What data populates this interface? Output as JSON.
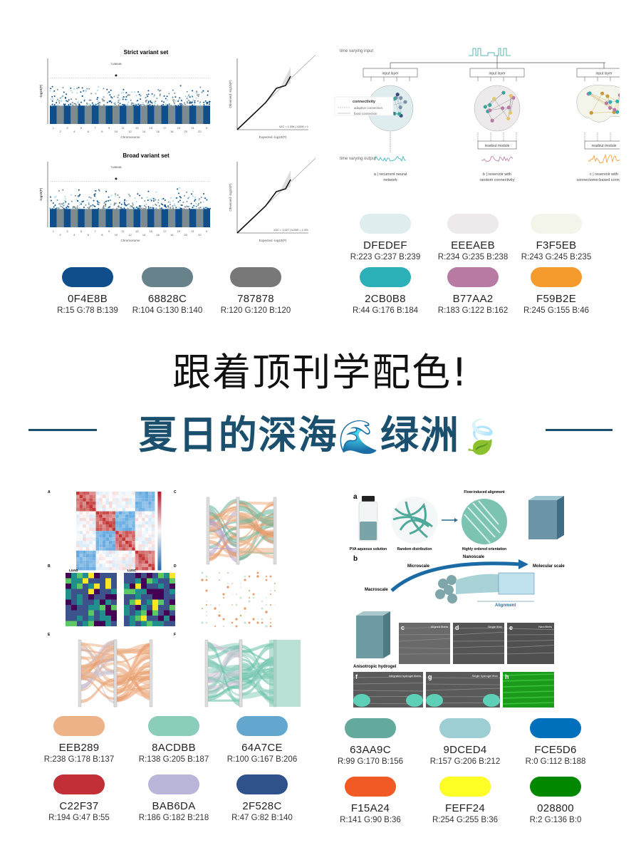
{
  "title": "跟着顶刊学配色!",
  "subtitle": {
    "text": "夏日的深海",
    "text2": "绿洲",
    "wave_emoji": "🌊",
    "leaf_emoji": "🍃",
    "color": "#1b4f6e"
  },
  "figure_gwas": {
    "panels": [
      {
        "title": "Strict variant set",
        "snp": "TUBB4B",
        "xlabel": "Chromosome",
        "ylabel": "-log10(P)",
        "qq_xlabel": "Expected -log10(P)",
        "qq_ylabel": "Observed -log10(P)",
        "lambda": "λGC = 1.006 | λ1000 = 1"
      },
      {
        "title": "Broad variant set",
        "snp": "TUBB4B",
        "xlabel": "Chromosome",
        "ylabel": "-log10(P)",
        "qq_xlabel": "Expected -log10(P)",
        "qq_ylabel": "Observed -log10(P)",
        "lambda": "λGC = 1.027 | λ1000 = 1.001"
      }
    ],
    "chromosomes": [
      "1",
      "2",
      "3",
      "4",
      "5",
      "6",
      "7",
      "8",
      "9",
      "10",
      "11",
      "12",
      "13",
      "14",
      "15",
      "16",
      "17",
      "18",
      "19",
      "20",
      "21",
      "22",
      "X"
    ]
  },
  "figure_reservoir": {
    "input_label": "time varying input",
    "output_label": "time varying output",
    "input_layer": "input layer",
    "readout": "readout module",
    "legend_title": "connectivity",
    "legend_adaptive": "adaptive connection",
    "legend_fixed": "fixed connection",
    "captions": [
      {
        "line1": "a | recurrent neural",
        "line2": "network"
      },
      {
        "line1": "b | reservoir with",
        "line2": "random connectivity"
      },
      {
        "line1": "c | reservoir with",
        "line2": "connectome-based connectivity"
      }
    ]
  },
  "figure_singlecell": {
    "panel_labels": [
      "A",
      "B",
      "C",
      "D",
      "E",
      "F"
    ],
    "heatmap_titles": [
      "LUAD",
      "LUSC"
    ]
  },
  "figure_hydrogel": {
    "a": "a",
    "b": "b",
    "pva": "PVA aqueous solution",
    "random": "Random distribution",
    "flow": "Flow-induced alignment",
    "ordered": "Highly ordered orientation",
    "nanoscale": "Nanoscale",
    "microscale": "Microscale",
    "macroscale": "Macroscale",
    "molecular": "Molecular scale",
    "alignment": "Alignment",
    "aniso": "Anisotropic hydrogel",
    "sub": [
      {
        "label": "c",
        "caption": "Aligned fibers"
      },
      {
        "label": "d",
        "caption": "Single fiber"
      },
      {
        "label": "e",
        "caption": "Nanofibrils"
      },
      {
        "label": "f",
        "caption": "Integrated hydrogel fibers"
      },
      {
        "label": "g",
        "caption": "Single hydrogel fiber"
      },
      {
        "label": "h",
        "caption": ""
      }
    ]
  },
  "palettes": {
    "gwas": [
      {
        "hex": "0F4E8B",
        "rgb": "R:15  G:78  B:139",
        "fill": "#0F4E8B"
      },
      {
        "hex": "68828C",
        "rgb": "R:104  G:130  B:140",
        "fill": "#68828C"
      },
      {
        "hex": "787878",
        "rgb": "R:120  G:120  B:120",
        "fill": "#787878"
      }
    ],
    "reservoir": [
      {
        "hex": "DFEDEF",
        "rgb": "R:223  G:237  B:239",
        "fill": "#DFEDEF"
      },
      {
        "hex": "EEEAEB",
        "rgb": "R:234  G:235  B:238",
        "fill": "#EEEAEB"
      },
      {
        "hex": "F3F5EB",
        "rgb": "R:243  G:245  B:235",
        "fill": "#F3F5EB"
      },
      {
        "hex": "2CB0B8",
        "rgb": "R:44  G:176  B:184",
        "fill": "#2CB0B8"
      },
      {
        "hex": "B77AA2",
        "rgb": "R:183  G:122  B:162",
        "fill": "#B77AA2"
      },
      {
        "hex": "F59B2E",
        "rgb": "R:245  G:155  B:46",
        "fill": "#F59B2E"
      }
    ],
    "singlecell": [
      {
        "hex": "EEB289",
        "rgb": "R:238  G:178  B:137",
        "fill": "#EEB289"
      },
      {
        "hex": "8ACDBB",
        "rgb": "R:138  G:205  B:187",
        "fill": "#8ACDBB"
      },
      {
        "hex": "64A7CE",
        "rgb": "R:100  G:167  B:206",
        "fill": "#64A7CE"
      },
      {
        "hex": "C22F37",
        "rgb": "R:194  G:47  B:55",
        "fill": "#C22F37"
      },
      {
        "hex": "BAB6DA",
        "rgb": "R:186  G:182  B:218",
        "fill": "#BAB6DA"
      },
      {
        "hex": "2F528C",
        "rgb": "R:47  G:82  B:140",
        "fill": "#2F528C"
      }
    ],
    "hydrogel": [
      {
        "hex": "63AA9C",
        "rgb": "R:99  G:170  B:156",
        "fill": "#63AA9C"
      },
      {
        "hex": "9DCED4",
        "rgb": "R:157  G:206  B:212",
        "fill": "#9DCED4"
      },
      {
        "hex": "FCE5D6",
        "rgb": "R:0  G:112  B:188",
        "fill": "#0070BC"
      },
      {
        "hex": "F15A24",
        "rgb": "R:141  G:90  B:36",
        "fill": "#F15A24"
      },
      {
        "hex": "FEFF24",
        "rgb": "R:254  G:255  B:36",
        "fill": "#FEFF24"
      },
      {
        "hex": "028800",
        "rgb": "R:2  G:136  B:0",
        "fill": "#028800"
      }
    ]
  }
}
